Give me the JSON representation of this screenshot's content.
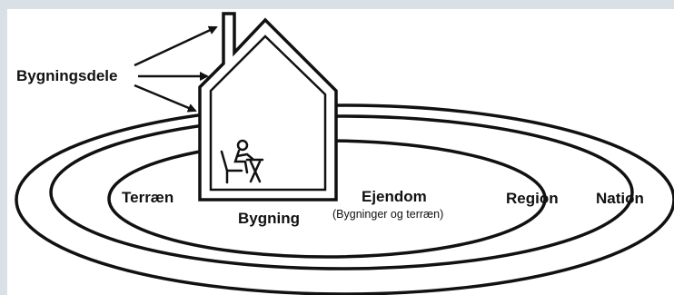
{
  "labels": {
    "bygningsdele": "Bygningsdele",
    "terraen": "Terræn",
    "bygning": "Bygning",
    "ejendom": "Ejendom",
    "ejendom_sub": "(Bygninger og terræn)",
    "region": "Region",
    "nation": "Nation"
  },
  "colors": {
    "frame": "#d9e1e7",
    "background": "#ffffff",
    "ink": "#111111"
  },
  "icons": {
    "person": "person-at-desk-icon"
  }
}
